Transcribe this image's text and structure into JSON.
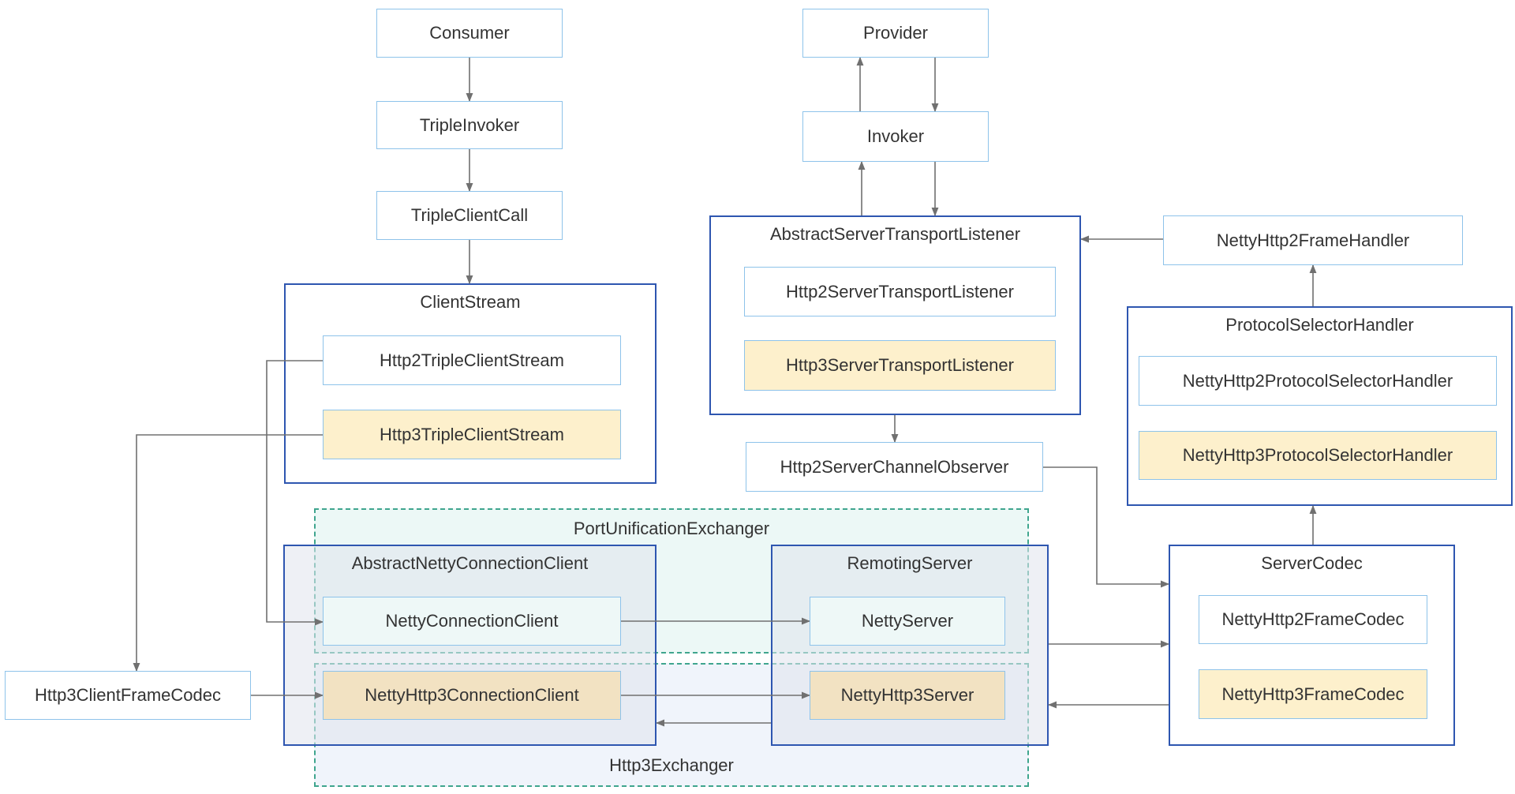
{
  "nodes": {
    "consumer": "Consumer",
    "triple_invoker": "TripleInvoker",
    "triple_client_call": "TripleClientCall",
    "provider": "Provider",
    "invoker": "Invoker",
    "netty_http2_frame_handler": "NettyHttp2FrameHandler",
    "http2_server_channel_observer": "Http2ServerChannelObserver",
    "http3_client_frame_codec": "Http3ClientFrameCodec"
  },
  "client_stream": {
    "title": "ClientStream",
    "items": [
      "Http2TripleClientStream",
      "Http3TripleClientStream"
    ]
  },
  "abstract_server_transport_listener": {
    "title": "AbstractServerTransportListener",
    "items": [
      "Http2ServerTransportListener",
      "Http3ServerTransportListener"
    ]
  },
  "protocol_selector_handler": {
    "title": "ProtocolSelectorHandler",
    "items": [
      "NettyHttp2ProtocolSelectorHandler",
      "NettyHttp3ProtocolSelectorHandler"
    ]
  },
  "port_unification_exchanger": {
    "title": "PortUnificationExchanger"
  },
  "http3_exchanger": {
    "title": "Http3Exchanger"
  },
  "abstract_netty_connection_client": {
    "title": "AbstractNettyConnectionClient",
    "items": [
      "NettyConnectionClient",
      "NettyHttp3ConnectionClient"
    ]
  },
  "remoting_server": {
    "title": "RemotingServer",
    "items": [
      "NettyServer",
      "NettyHttp3Server"
    ]
  },
  "server_codec": {
    "title": "ServerCodec",
    "items": [
      "NettyHttp2FrameCodec",
      "NettyHttp3FrameCodec"
    ]
  },
  "colors": {
    "container_border": "#2e56b0",
    "node_border": "#8ec3ea",
    "http3_fill": "#fdf0cc",
    "exchanger_border": "#3fa58e",
    "arrow": "#707070"
  }
}
